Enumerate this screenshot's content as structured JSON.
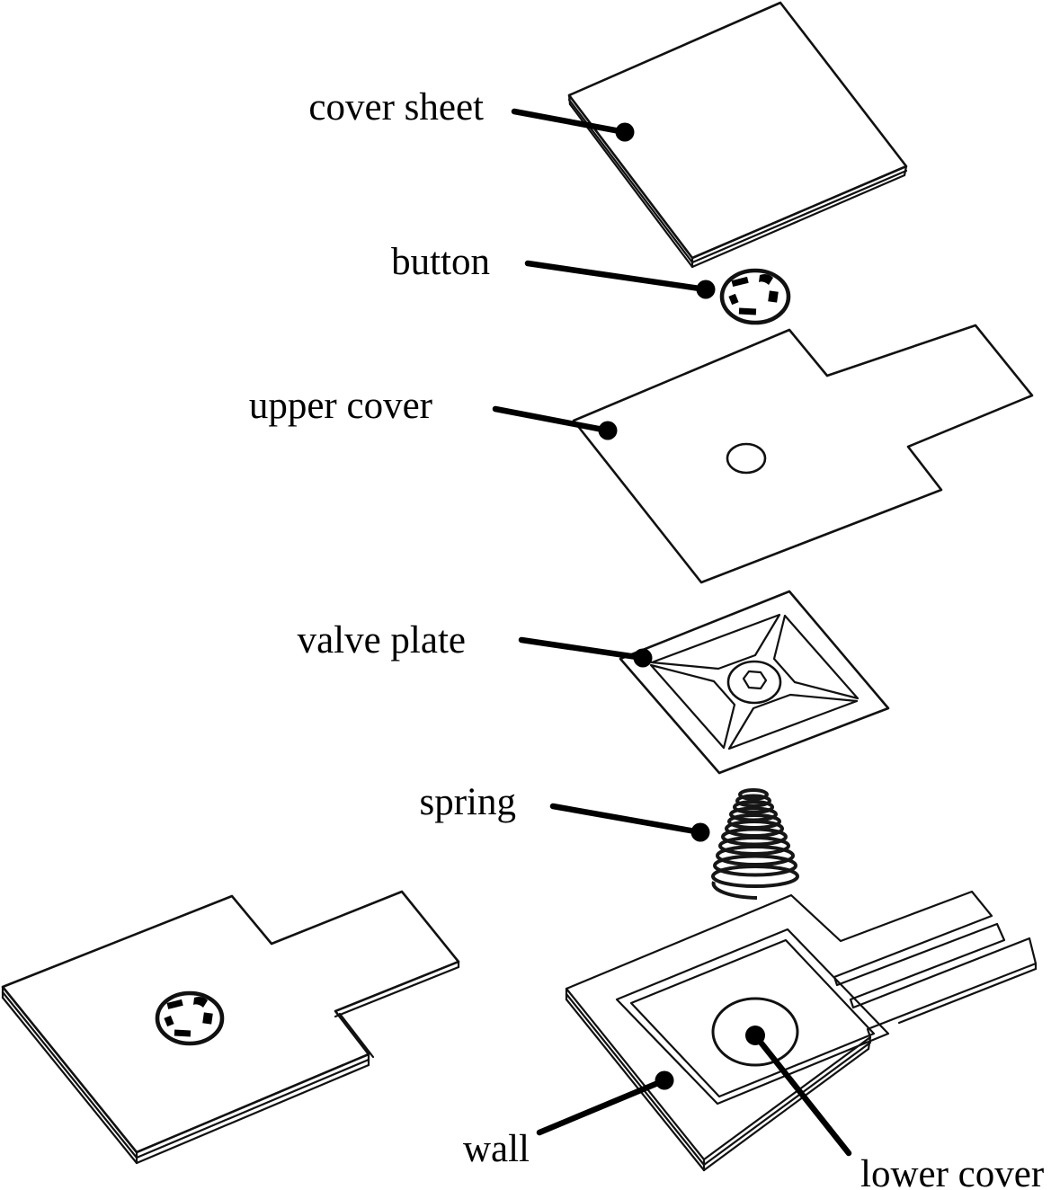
{
  "diagram": {
    "type": "exploded-assembly",
    "background_color": "#ffffff",
    "line_color": "#111111",
    "label_color": "#000000",
    "parts": [
      {
        "id": "cover-sheet",
        "label": "cover sheet"
      },
      {
        "id": "button",
        "label": "button"
      },
      {
        "id": "upper-cover",
        "label": "upper cover"
      },
      {
        "id": "valve-plate",
        "label": "valve plate"
      },
      {
        "id": "spring",
        "label": "spring"
      },
      {
        "id": "wall",
        "label": "wall"
      },
      {
        "id": "lower-cover",
        "label": "lower cover"
      }
    ]
  }
}
